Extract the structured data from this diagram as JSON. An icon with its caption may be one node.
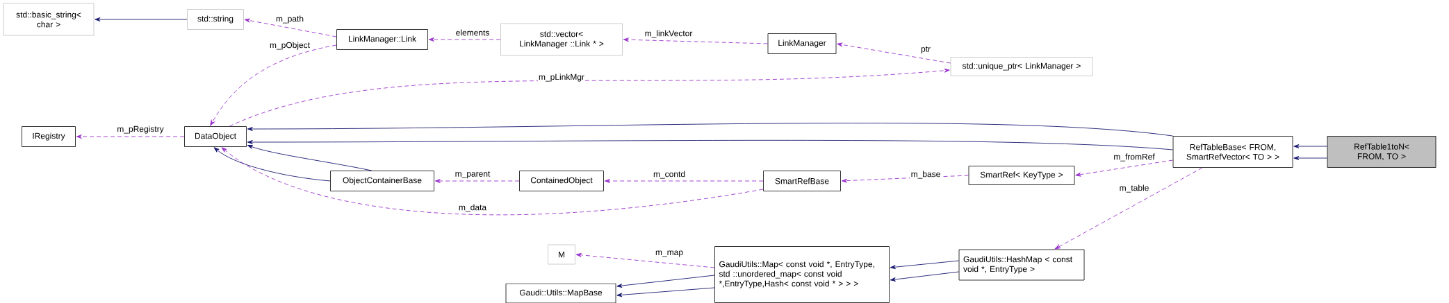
{
  "diagram": {
    "nodes": [
      {
        "text": [
          "std::basic_string< char >"
        ]
      },
      {
        "text": [
          "std::string"
        ]
      },
      {
        "text": [
          "LinkManager::Link"
        ]
      },
      {
        "text": [
          "std::vector< LinkManager ::Link * >"
        ]
      },
      {
        "text": [
          "LinkManager"
        ]
      },
      {
        "text": [
          "std::unique_ptr< LinkManager >"
        ]
      },
      {
        "text": [
          "IRegistry"
        ]
      },
      {
        "text": [
          "DataObject"
        ]
      },
      {
        "text": [
          "ObjectContainerBase"
        ]
      },
      {
        "text": [
          "ContainedObject"
        ]
      },
      {
        "text": [
          "SmartRefBase"
        ]
      },
      {
        "text": [
          "SmartRef< KeyType >"
        ]
      },
      {
        "text": [
          "RefTableBase< FROM, SmartRefVector< TO > >"
        ]
      },
      {
        "text": [
          "RefTable1toN< FROM, TO >"
        ]
      },
      {
        "text": [
          "M"
        ]
      },
      {
        "text": [
          "Gaudi::Utils::MapBase"
        ]
      },
      {
        "text": [
          "GaudiUtils::Map< const void *, EntryType, std ::unordered_map< const void *,EntryType,Hash< const void * > > >"
        ]
      },
      {
        "text": [
          "GaudiUtils::HashMap < const void *, EntryType >"
        ]
      }
    ],
    "edges": [
      {
        "from": 1,
        "to": 0,
        "arrow": "to",
        "color": "#191970"
      },
      {
        "from": 2,
        "to": 1,
        "arrow": "to",
        "style": "dashed",
        "label": "m_path"
      },
      {
        "from": 2,
        "to": 7,
        "arrow": "to",
        "style": "dashed",
        "label": "m_pObject"
      },
      {
        "from": 3,
        "to": 2,
        "arrow": "to",
        "style": "dashed",
        "label": "elements"
      },
      {
        "from": 4,
        "to": 3,
        "arrow": "to",
        "style": "dashed",
        "label": "m_linkVector"
      },
      {
        "from": 5,
        "to": 4,
        "arrow": "to",
        "style": "dashed",
        "label": "ptr"
      },
      {
        "from": 7,
        "to": 5,
        "arrow": "to",
        "style": "dashed",
        "label": "m_pLinkMgr"
      },
      {
        "from": 7,
        "to": 6,
        "arrow": "to",
        "style": "dashed",
        "label": "m_pRegistry"
      },
      {
        "from": 12,
        "to": 7,
        "arrow": "to",
        "color": "#191970"
      },
      {
        "from": 12,
        "to": 7,
        "arrow": "to",
        "color": "#191970"
      },
      {
        "from": 8,
        "to": 7,
        "arrow": "to",
        "color": "#191970"
      },
      {
        "from": 8,
        "to": 7,
        "arrow": "to",
        "color": "#191970"
      },
      {
        "from": 9,
        "to": 8,
        "arrow": "to",
        "style": "dashed",
        "label": "m_parent"
      },
      {
        "from": 10,
        "to": 9,
        "arrow": "to",
        "style": "dashed",
        "label": "m_contd"
      },
      {
        "from": 10,
        "to": 7,
        "arrow": "to",
        "style": "dashed",
        "label": "m_data"
      },
      {
        "from": 11,
        "to": 10,
        "arrow": "to",
        "style": "dashed",
        "label": "m_base"
      },
      {
        "from": 12,
        "to": 11,
        "arrow": "to",
        "style": "dashed",
        "label": "m_fromRef"
      },
      {
        "from": 12,
        "to": 17,
        "arrow": "to",
        "style": "dashed",
        "label": "m_table"
      },
      {
        "from": 13,
        "to": 12,
        "arrow": "to",
        "color": "#191970"
      },
      {
        "from": 13,
        "to": 12,
        "arrow": "to",
        "color": "#191970"
      },
      {
        "from": 16,
        "to": 14,
        "arrow": "to",
        "style": "dashed",
        "label": "m_map"
      },
      {
        "from": 16,
        "to": 15,
        "arrow": "to",
        "color": "#191970"
      },
      {
        "from": 16,
        "to": 15,
        "arrow": "to",
        "color": "#191970"
      },
      {
        "from": 17,
        "to": 16,
        "arrow": "to",
        "color": "#191970"
      },
      {
        "from": 17,
        "to": 16,
        "arrow": "to",
        "color": "#191970"
      }
    ]
  }
}
